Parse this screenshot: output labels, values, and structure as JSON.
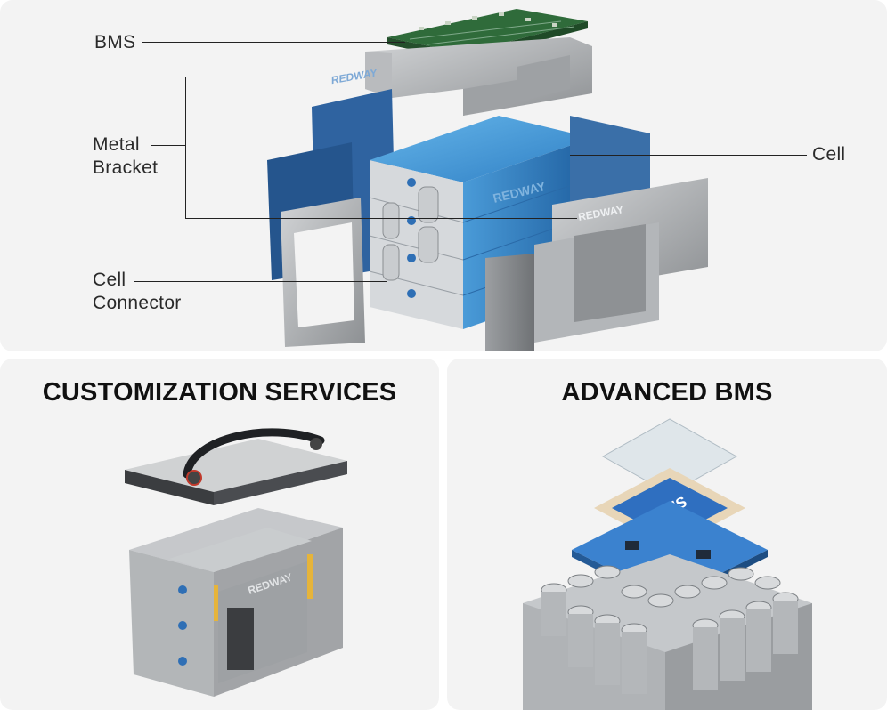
{
  "top_diagram": {
    "labels": {
      "bms": "BMS",
      "metal_bracket_1": "Metal",
      "metal_bracket_2": "Bracket",
      "cell": "Cell",
      "cell_connector_1": "Cell",
      "cell_connector_2": "Connector"
    },
    "brand_marks": [
      "REDWAY",
      "REDWAY",
      "REDWAY"
    ]
  },
  "customization_panel": {
    "title": "CUSTOMIZATION SERVICES",
    "brand_mark": "REDWAY"
  },
  "bms_panel": {
    "title": "ADVANCED BMS",
    "chip_label": "BMS"
  },
  "colors": {
    "panel_bg": "#f3f3f3",
    "cell_blue": "#3f8fd0",
    "pcb_green": "#2f6b3a",
    "metal_gray": "#a7aaad",
    "bms_chip_blue": "#2f6fc0"
  }
}
